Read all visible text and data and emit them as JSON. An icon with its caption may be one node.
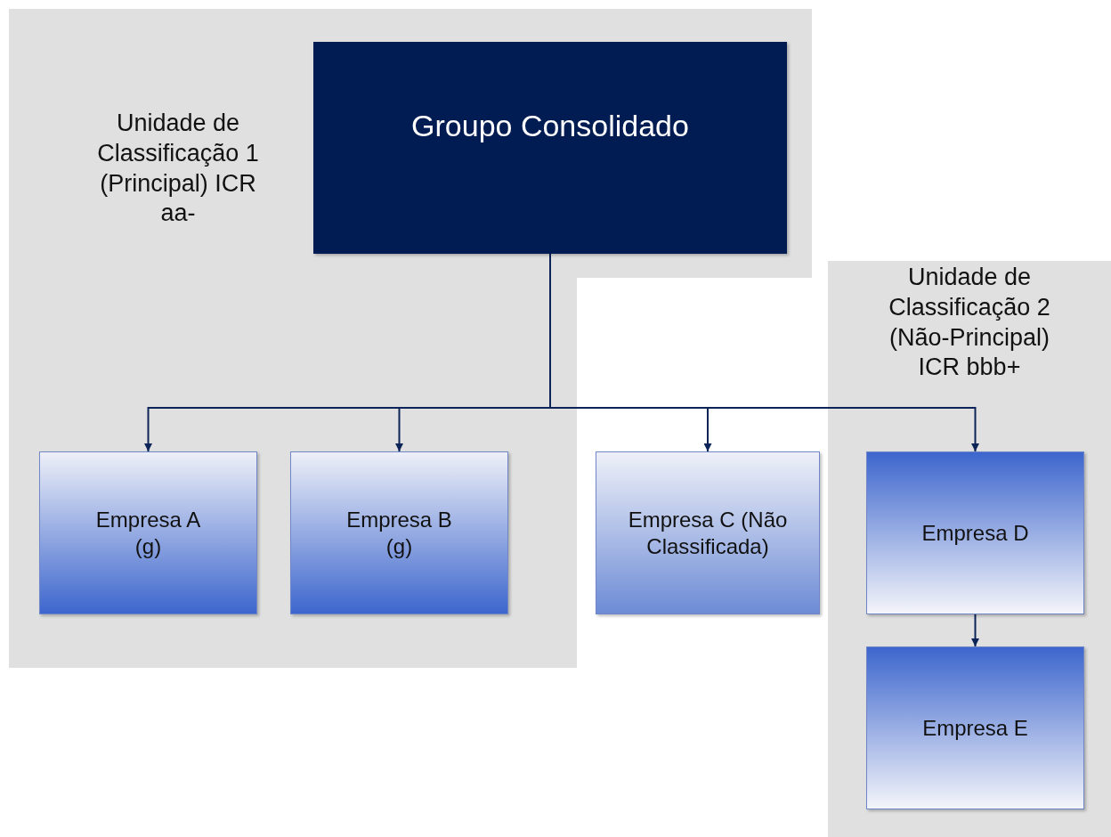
{
  "diagram": {
    "nodes": [
      {
        "text": [
          "Unidade de Classificação 1 (Principal) ICR aa-"
        ]
      },
      {
        "text": [
          "Groupo Consolidado"
        ],
        "in": 0
      },
      {
        "text": [
          "Empresa A (g)"
        ],
        "in": 0
      },
      {
        "text": [
          "Empresa B (g)"
        ],
        "in": 0
      },
      {
        "text": [
          "Empresa C (Não Classificada)"
        ]
      },
      {
        "text": [
          "Unidade de Classificação 2 (Não-Principal) ICR bbb+"
        ]
      },
      {
        "text": [
          "Empresa D"
        ],
        "in": 5
      },
      {
        "text": [
          "Empresa E"
        ],
        "in": 5
      }
    ],
    "edges": [
      {
        "from": 1,
        "to": 2,
        "arrow": "to"
      },
      {
        "from": 1,
        "to": 3,
        "arrow": "to"
      },
      {
        "from": 1,
        "to": 4,
        "arrow": "to"
      },
      {
        "from": 1,
        "to": 6,
        "arrow": "to"
      },
      {
        "from": 6,
        "to": 7,
        "arrow": "to"
      }
    ]
  }
}
